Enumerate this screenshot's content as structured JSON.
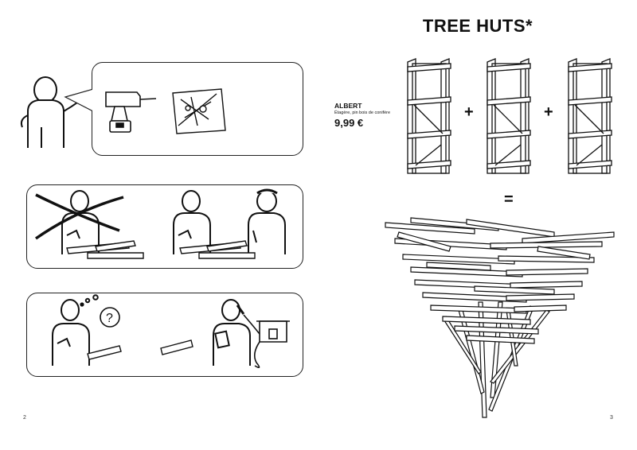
{
  "left_page": {
    "page_number": "2",
    "panel_2": {
      "question_mark": "?"
    }
  },
  "right_page": {
    "page_number": "3",
    "title": "TREE HUTS*",
    "product": {
      "name": "ALBERT",
      "description": "Étagère, pin bois de conifère",
      "price": "9,99 €"
    },
    "operators": {
      "plus": "+",
      "equals": "="
    }
  }
}
